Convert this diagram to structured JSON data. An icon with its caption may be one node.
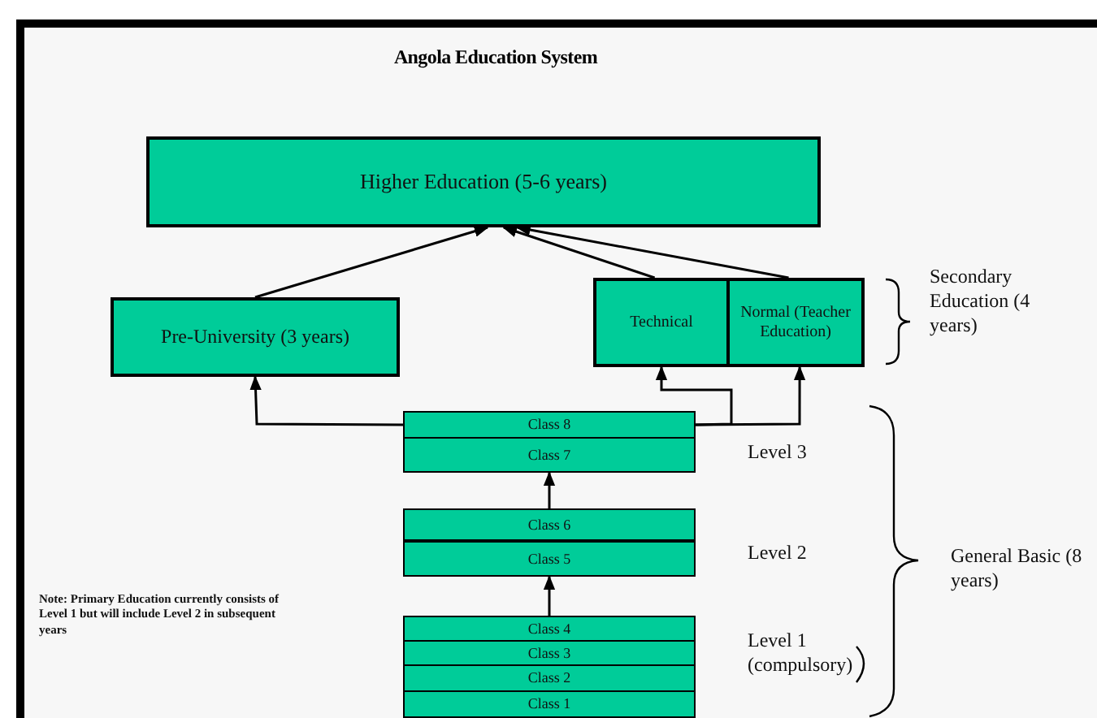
{
  "diagram": {
    "title": "Angola Education System",
    "nodes": [
      {
        "text": [
          "Higher Education (5-6 years)"
        ]
      },
      {
        "text": [
          "Pre-University (3 years)"
        ]
      },
      {
        "text": [
          "Technical"
        ]
      },
      {
        "text": [
          "Normal (Teacher Education)"
        ]
      },
      {
        "text": [
          "Class 8"
        ]
      },
      {
        "text": [
          "Class 7"
        ]
      },
      {
        "text": [
          "Class 6"
        ]
      },
      {
        "text": [
          "Class 5"
        ]
      },
      {
        "text": [
          "Class 4"
        ]
      },
      {
        "text": [
          "Class 3"
        ]
      },
      {
        "text": [
          "Class 2"
        ]
      },
      {
        "text": [
          "Class 1"
        ]
      }
    ],
    "edges": [
      {
        "from": 1,
        "to": 0,
        "arrow": "to"
      },
      {
        "from": 2,
        "to": 0,
        "arrow": "to"
      },
      {
        "from": 3,
        "to": 0,
        "arrow": "to"
      },
      {
        "from": 4,
        "to": 1,
        "arrow": "to"
      },
      {
        "from": 4,
        "to": 2,
        "arrow": "to"
      },
      {
        "from": 4,
        "to": 3,
        "arrow": "to"
      },
      {
        "from": 6,
        "to": 5,
        "arrow": "to"
      },
      {
        "from": 8,
        "to": 7,
        "arrow": "to"
      }
    ],
    "labels": [
      "Secondary Education (4 years)",
      "Level 3",
      "Level 2",
      "General Basic (8 years)",
      "Note: Primary Education currently consists of Level 1 but will include Level 2 in subsequent years",
      "Level 1 (compulsory)"
    ]
  }
}
